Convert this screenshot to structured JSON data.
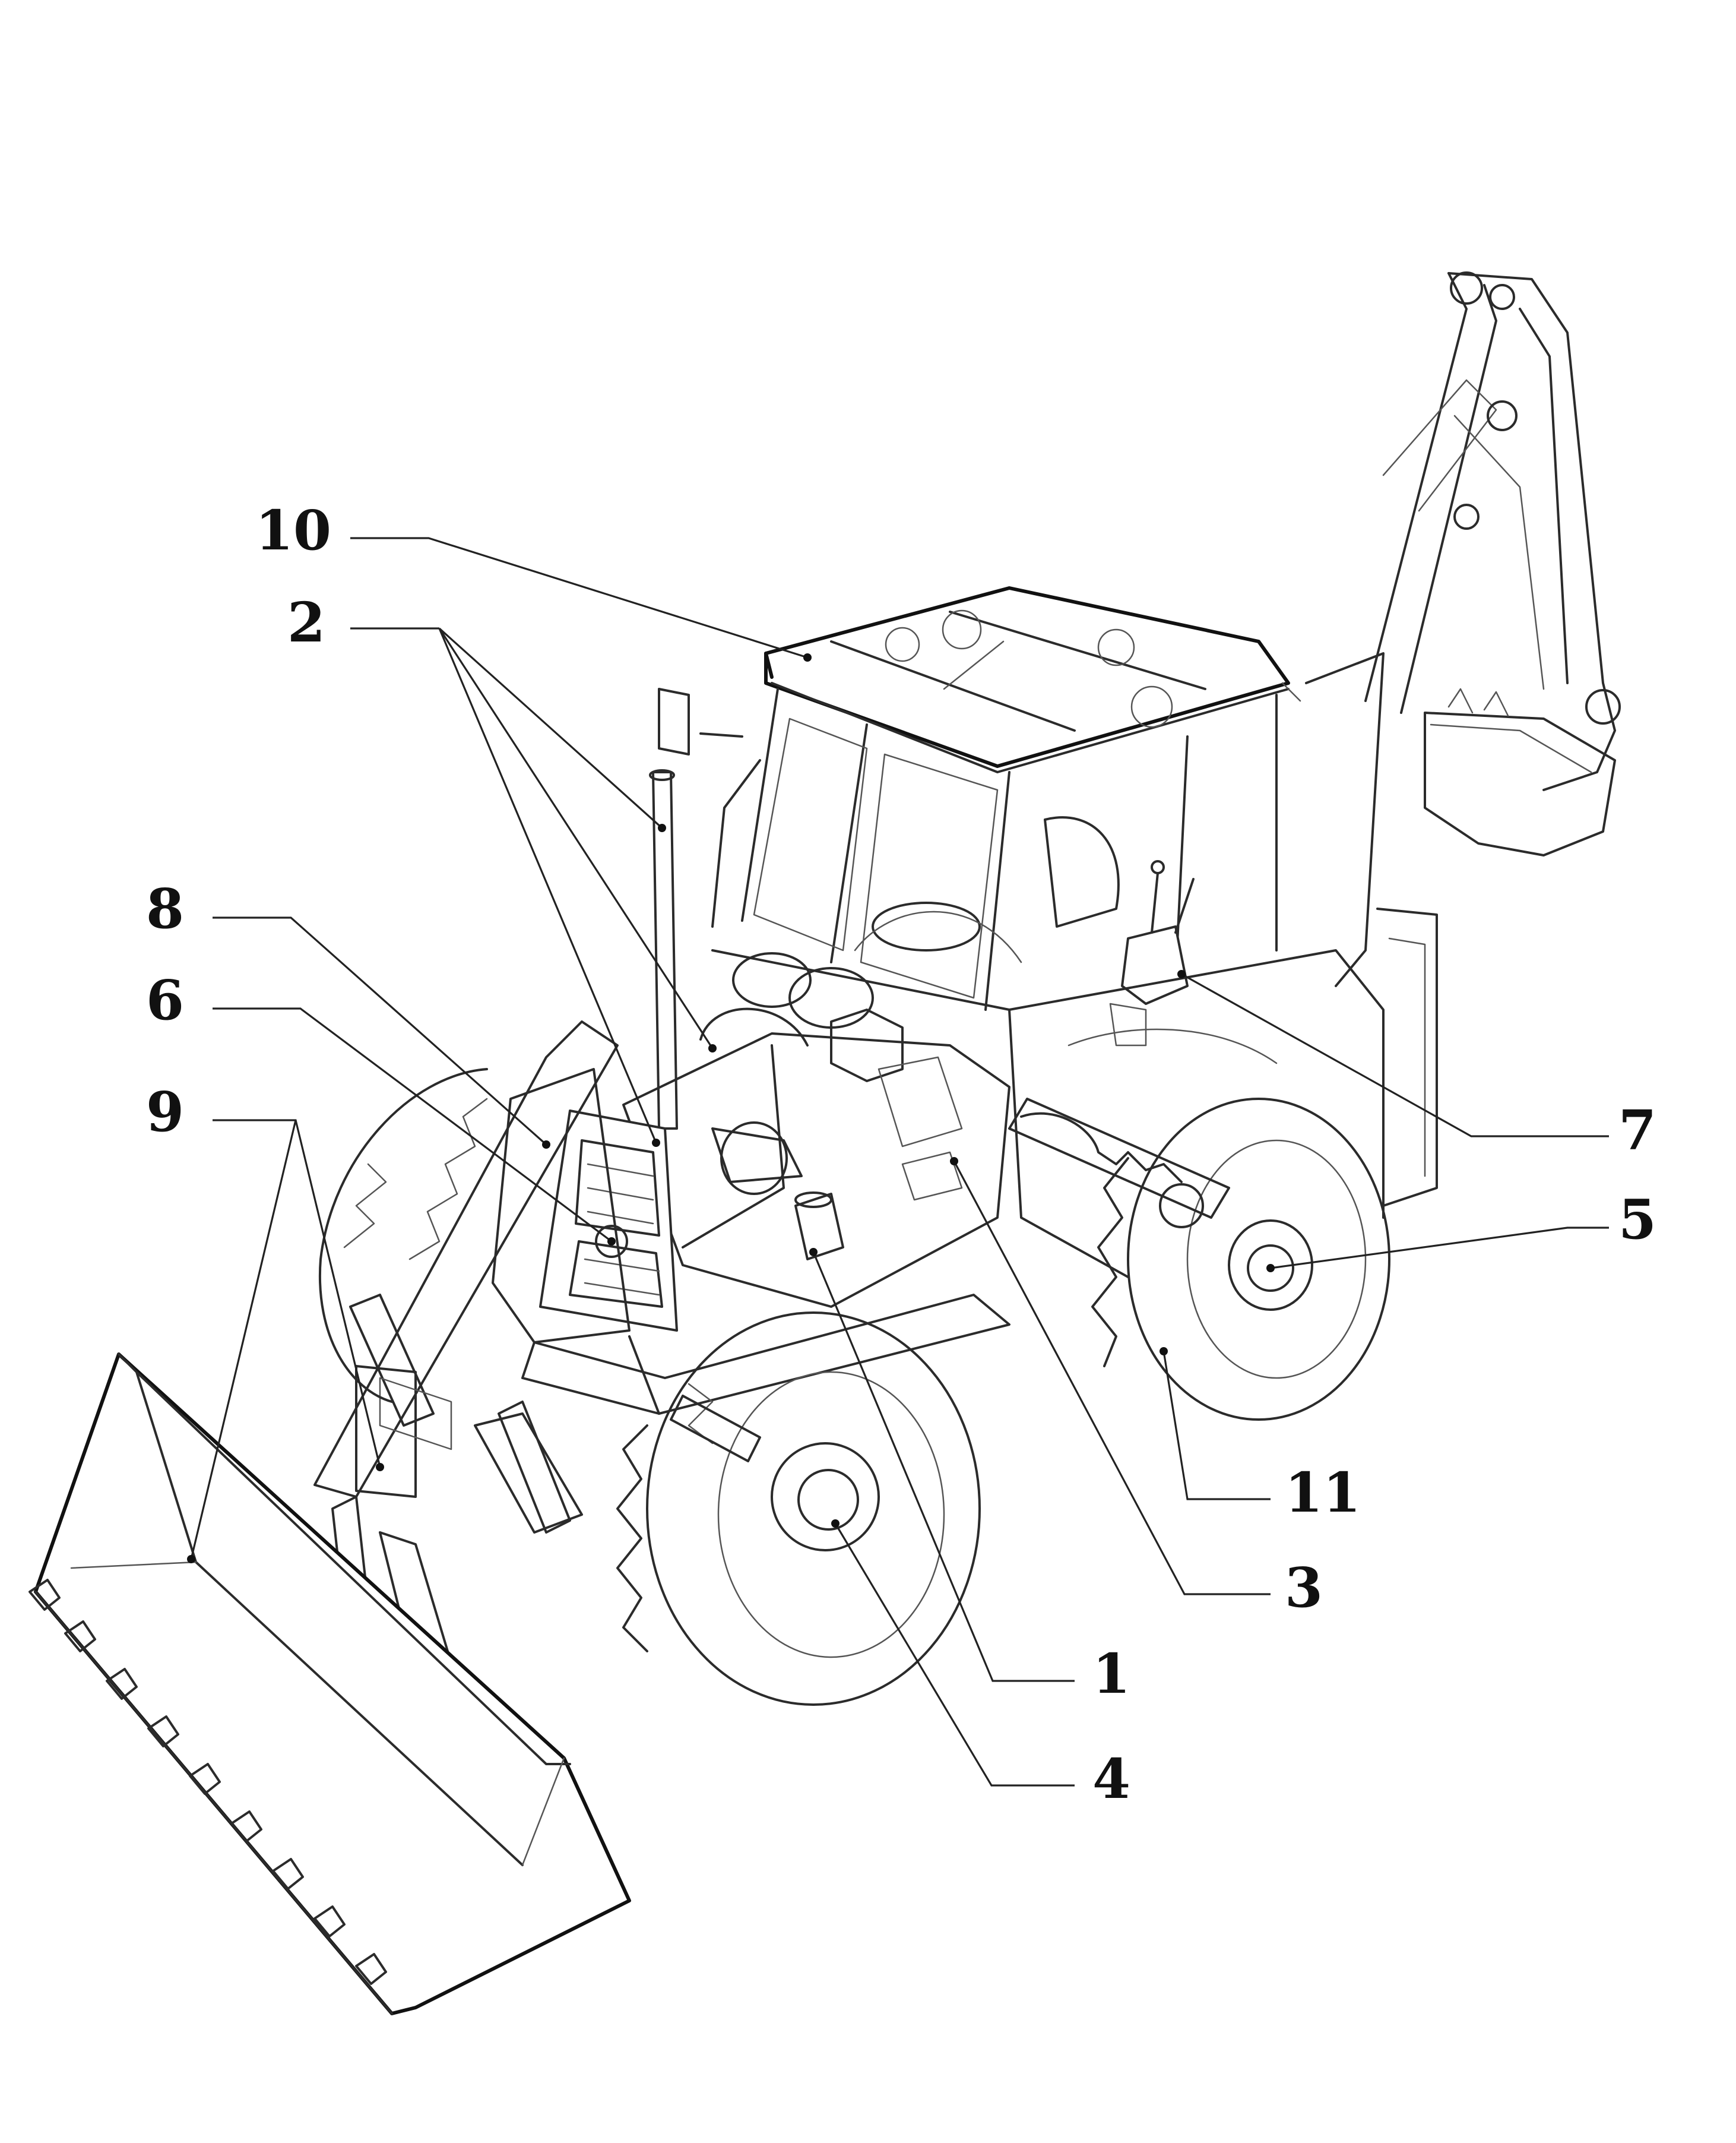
{
  "figure": {
    "callouts": [
      {
        "id": "c10",
        "label": "10"
      },
      {
        "id": "c2",
        "label": "2"
      },
      {
        "id": "c8",
        "label": "8"
      },
      {
        "id": "c6",
        "label": "6"
      },
      {
        "id": "c9",
        "label": "9"
      },
      {
        "id": "c7",
        "label": "7"
      },
      {
        "id": "c5",
        "label": "5"
      },
      {
        "id": "c11",
        "label": "11"
      },
      {
        "id": "c3",
        "label": "3"
      },
      {
        "id": "c1",
        "label": "1"
      },
      {
        "id": "c4",
        "label": "4"
      }
    ]
  }
}
